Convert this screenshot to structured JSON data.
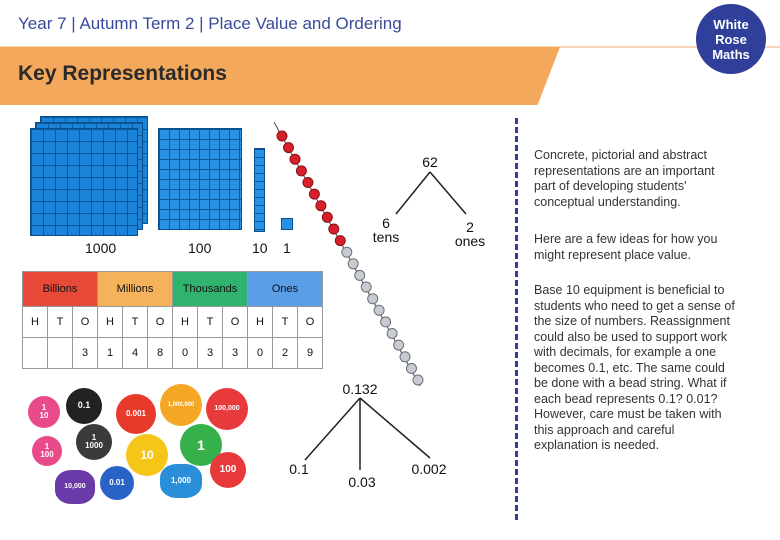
{
  "header": {
    "title": "Year 7 | Autumn Term 2 | Place Value and Ordering",
    "logo_lines": [
      "White",
      "Rose",
      "Maths"
    ]
  },
  "banner": {
    "title": "Key Representations"
  },
  "base_ten": {
    "labels": {
      "thousand": "1000",
      "hundred": "100",
      "ten": "10",
      "one": "1"
    }
  },
  "place_value_table": {
    "groups": [
      "Billions",
      "Millions",
      "Thousands",
      "Ones"
    ],
    "columns": [
      "H",
      "T",
      "O",
      "H",
      "T",
      "O",
      "H",
      "T",
      "O",
      "H",
      "T",
      "O"
    ],
    "digits": [
      "",
      "",
      "3",
      "1",
      "4",
      "8",
      "0",
      "3",
      "3",
      "0",
      "2",
      "9"
    ]
  },
  "counters": [
    {
      "label": "1\n10",
      "color": "#e84a8a"
    },
    {
      "label": "0.1",
      "color": "#222222"
    },
    {
      "label": "0.001",
      "color": "#e83a2a"
    },
    {
      "label": "1,000,000",
      "color": "#f5a623"
    },
    {
      "label": "100,000",
      "color": "#e83a3a"
    },
    {
      "label": "1\n1000",
      "color": "#3a3a3a"
    },
    {
      "label": "10",
      "color": "#f5c518"
    },
    {
      "label": "1",
      "color": "#35b04a"
    },
    {
      "label": "1\n100",
      "color": "#e84a8a"
    },
    {
      "label": "0.01",
      "color": "#2a63c8"
    },
    {
      "label": "1,000",
      "color": "#2a8fd8"
    },
    {
      "label": "100",
      "color": "#e83a3a"
    },
    {
      "label": "10,000",
      "color": "#6a3aa8"
    }
  ],
  "part_whole_1": {
    "whole": "62",
    "parts": [
      "6\ntens",
      "2\nones"
    ]
  },
  "part_whole_2": {
    "whole": "0.132",
    "parts": [
      "0.1",
      "0.03",
      "0.002"
    ]
  },
  "paragraphs": [
    "Concrete, pictorial and abstract representations are an important part of developing students' conceptual understanding.",
    "Here are a few ideas for how you might represent place value.",
    "Base 10 equipment is beneficial to students who need to get a sense of the size of numbers. Reassignment could also be used to support work with decimals, for example a one becomes 0.1, etc. The same could be done with a bead string. What if each bead represents 0.1? 0.01? However, care must be taken with this approach and careful explanation is needed."
  ],
  "colors": {
    "brand": "#2f3f9a",
    "banner": "#f4a85c",
    "bead_red": "#d8202a",
    "bead_grey": "#c8ccd2"
  }
}
